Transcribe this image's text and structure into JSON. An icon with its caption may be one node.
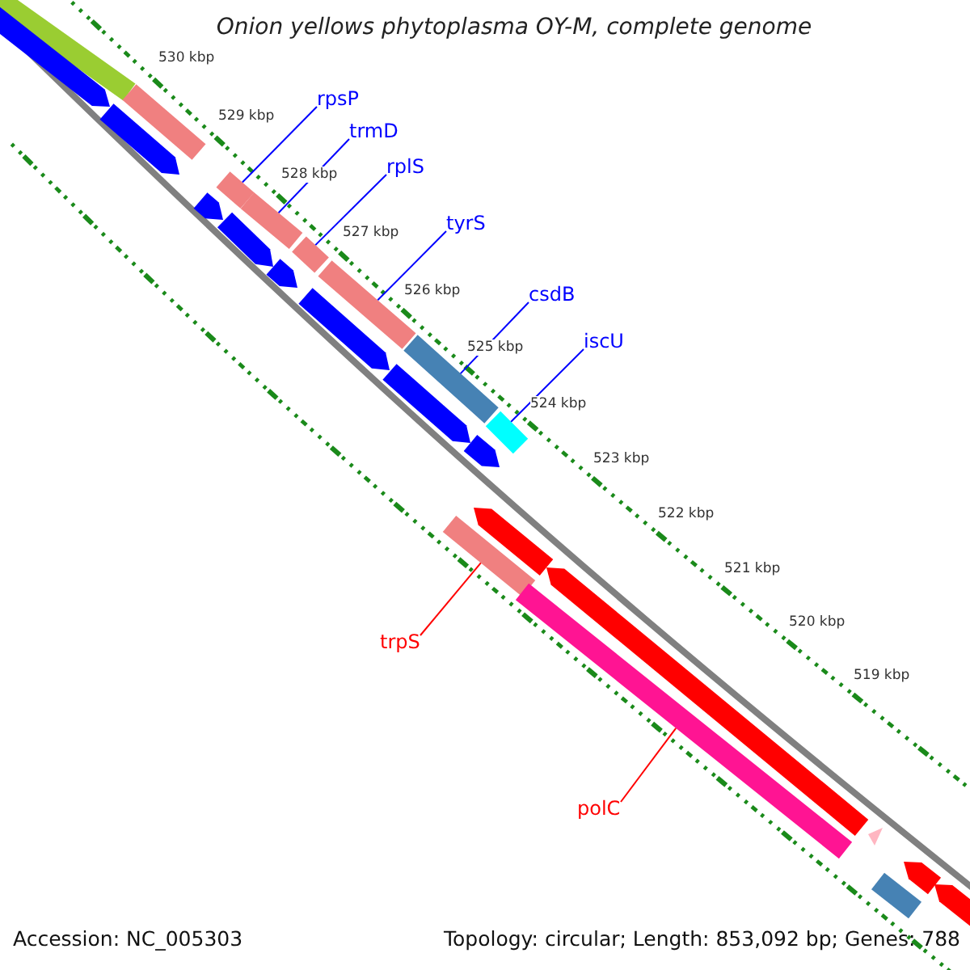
{
  "diagram": {
    "title": "Onion yellows phytoplasma OY-M, complete genome",
    "nodes": [
      {
        "text": [
          "rpsP"
        ]
      },
      {
        "text": [
          "trmD"
        ]
      },
      {
        "text": [
          "rplS"
        ]
      },
      {
        "text": [
          "tyrS"
        ]
      },
      {
        "text": [
          "csdB"
        ]
      },
      {
        "text": [
          "iscU"
        ]
      },
      {
        "text": [
          "trpS"
        ]
      },
      {
        "text": [
          "polC"
        ]
      },
      {
        "text": [],
        "shape": "bar"
      },
      {
        "text": [],
        "shape": "pentagon"
      },
      {
        "text": [],
        "shape": "pentagon"
      },
      {
        "text": [],
        "shape": "bar"
      },
      {
        "text": [],
        "shape": "pentagon"
      },
      {
        "text": [],
        "shape": "bar"
      },
      {
        "text": [],
        "shape": "pentagon"
      },
      {
        "text": [],
        "shape": "bar"
      },
      {
        "text": [],
        "shape": "pentagon"
      },
      {
        "text": [],
        "shape": "bar"
      },
      {
        "text": [],
        "shape": "pentagon"
      },
      {
        "text": [],
        "shape": "bar"
      },
      {
        "text": [],
        "shape": "pentagon"
      },
      {
        "text": [],
        "shape": "bar"
      },
      {
        "text": [],
        "shape": "bar"
      },
      {
        "text": [],
        "shape": "pentagon"
      },
      {
        "text": [],
        "shape": "pentagon"
      },
      {
        "text": [],
        "shape": "bar"
      },
      {
        "text": [],
        "shape": "bar"
      },
      {
        "text": [],
        "shape": "pentagon"
      },
      {
        "text": [],
        "shape": "triangle"
      },
      {
        "text": [],
        "shape": "bar"
      },
      {
        "text": [],
        "shape": "pentagon"
      },
      {
        "text": [],
        "shape": "pentagon"
      }
    ],
    "edges": [
      {
        "from": 0,
        "to": 13,
        "arrow": "none"
      },
      {
        "from": 1,
        "to": 15,
        "arrow": "none"
      },
      {
        "from": 2,
        "to": 17,
        "arrow": "none"
      },
      {
        "from": 3,
        "to": 19,
        "arrow": "none"
      },
      {
        "from": 4,
        "to": 21,
        "arrow": "none"
      },
      {
        "from": 5,
        "to": 25,
        "arrow": "none"
      },
      {
        "from": 6,
        "to": 22,
        "arrow": "none",
        "color": "#ff0000"
      },
      {
        "from": 7,
        "to": 26,
        "arrow": "none",
        "color": "#ff0000"
      }
    ],
    "labels": [
      "530 kbp",
      "529 kbp",
      "528 kbp",
      "527 kbp",
      "526 kbp",
      "525 kbp",
      "524 kbp",
      "523 kbp",
      "522 kbp",
      "521 kbp",
      "520 kbp",
      "519 kbp",
      "Accession: NC_005303",
      "Topology: circular; Length: 853,092 bp; Genes: 788"
    ]
  }
}
